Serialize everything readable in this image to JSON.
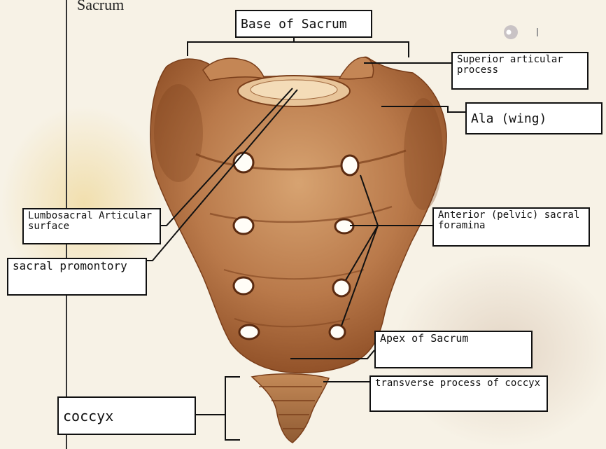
{
  "title": "Sacrum",
  "labels": {
    "base": "Base of Sacrum",
    "superior_articular": "Superior articular process",
    "ala": "Ala (wing)",
    "lumbosacral": "Lumbosacral Articular surface",
    "promontory": "sacral promontory",
    "foramina": "Anterior (pelvic) sacral foramina",
    "apex": "Apex of Sacrum",
    "transverse": "transverse process of coccyx",
    "coccyx": "coccyx"
  },
  "colors": {
    "bone_dark": "#8a4a22",
    "bone_mid": "#b77a48",
    "bone_light": "#dcae7e",
    "foramen": "#fffdf7",
    "line": "#111111"
  }
}
